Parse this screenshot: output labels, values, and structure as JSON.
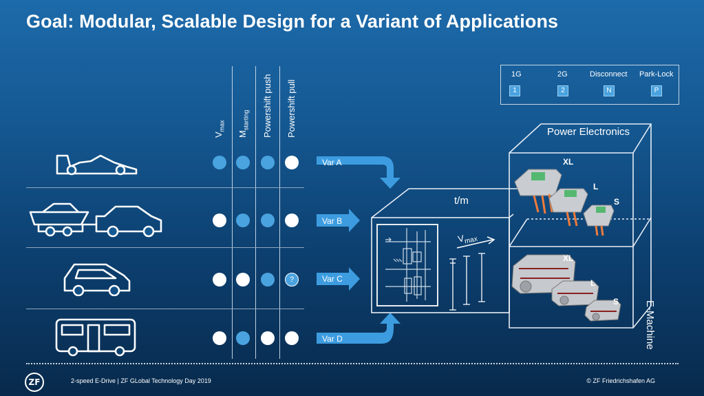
{
  "title": "Goal: Modular, Scalable Design for a Variant of Applications",
  "columns": {
    "vmax_main": "V",
    "vmax_sub": "max",
    "mstart_main": "M",
    "mstart_sub": "starting",
    "push": "Powershift push",
    "pull": "Powershift pull"
  },
  "rows": [
    {
      "vehicle": "race-car-icon",
      "dots": [
        "on",
        "on",
        "on",
        "off"
      ],
      "variant": "Var A"
    },
    {
      "vehicle": "car-with-trailer-icon",
      "dots": [
        "off",
        "on",
        "on",
        "off"
      ],
      "variant": "Var B"
    },
    {
      "vehicle": "small-car-icon",
      "dots": [
        "off",
        "off",
        "on",
        "q"
      ],
      "variant": "Var C"
    },
    {
      "vehicle": "bus-icon",
      "dots": [
        "off",
        "on",
        "off",
        "off"
      ],
      "variant": "Var D"
    }
  ],
  "question_mark": "?",
  "legend": [
    {
      "label": "1G",
      "symbol": "1"
    },
    {
      "label": "2G",
      "symbol": "2"
    },
    {
      "label": "Disconnect",
      "symbol": "N"
    },
    {
      "label": "Park-Lock",
      "symbol": "P"
    }
  ],
  "transmission_label": "t/m",
  "speed_label_main": "V",
  "speed_label_sub": "max",
  "power_electronics": {
    "label": "Power Electronics",
    "sizes": [
      "XL",
      "L",
      "S"
    ]
  },
  "e_machine": {
    "label": "E-Machine",
    "sizes": [
      "XL",
      "L",
      "S"
    ]
  },
  "footer": {
    "logo": "ZF",
    "left": "2-speed E-Drive | ZF GLobal Technology Day 2019",
    "right": "© ZF Friedrichshafen AG"
  },
  "colors": {
    "accent": "#4aa3df",
    "background_top": "#1d6aaa",
    "background_bottom": "#082a4c"
  }
}
